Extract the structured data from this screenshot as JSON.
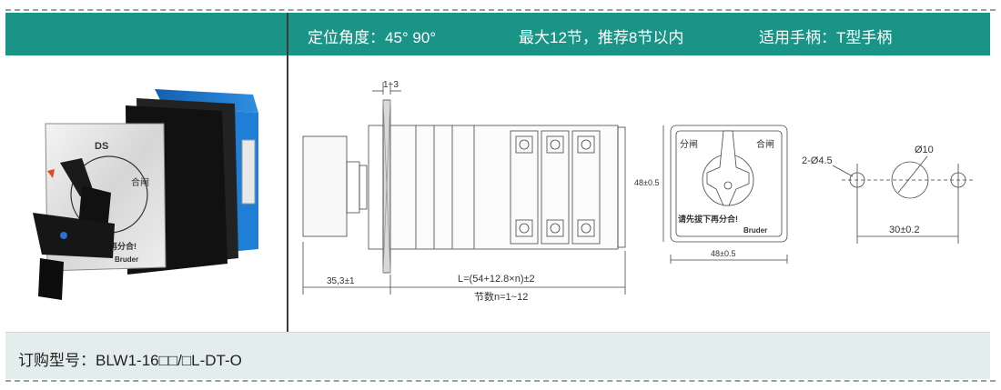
{
  "header": {
    "spec_angle": "定位角度：45°  90°",
    "spec_max": "最大12节，推荐8节以内",
    "spec_handle": "适用手柄：T型手柄"
  },
  "photo": {
    "label_ds": "DS",
    "label_on": "合闸",
    "label_warning": "请先拔下再分合!",
    "brand": "Bruder"
  },
  "side_view": {
    "dim_top": "1~3",
    "dim_left": "35,3±1",
    "dim_length": "L=(54+12.8×n)±2",
    "sections_note": "节数n=1~12"
  },
  "front_view": {
    "label_off": "分闸",
    "label_on": "合闸",
    "label_warning": "请先拔下再分合!",
    "brand": "Bruder",
    "dim_height": "48±0.5",
    "dim_width": "48±0.5"
  },
  "mounting": {
    "holes_label": "2-Ø4.5",
    "center_label": "Ø10",
    "spacing_label": "30±0.2"
  },
  "order": {
    "label": "订购型号：BLW1-16□□/□L-DT-O"
  },
  "colors": {
    "header_bg": "#1a9486",
    "order_bg": "#e3eeec",
    "switch_blue": "#1a6fc0"
  }
}
